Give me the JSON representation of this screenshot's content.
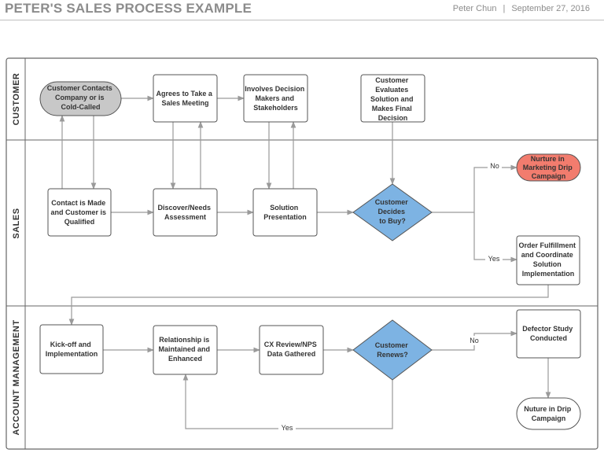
{
  "header": {
    "title": "PETER'S SALES PROCESS EXAMPLE",
    "author": "Peter Chun",
    "separator": "|",
    "date": "September 27, 2016"
  },
  "lanes": {
    "customer": "CUSTOMER",
    "sales": "SALES",
    "account": "ACCOUNT MANAGEMENT"
  },
  "nodes": {
    "customer_contacts": [
      "Customer Contacts",
      "Company or is",
      "Cold-Called"
    ],
    "agrees_meeting": [
      "Agrees to Take a",
      "Sales Meeting"
    ],
    "involves_decision": [
      "Involves Decision",
      "Makers and",
      "Stakeholders"
    ],
    "customer_evaluates": [
      "Customer",
      "Evaluates",
      "Solution and",
      "Makes Final",
      "Decision"
    ],
    "contact_made": [
      "Contact is Made",
      "and Customer is",
      "Qualified"
    ],
    "discover_needs": [
      "Discover/Needs",
      "Assessment"
    ],
    "solution_presentation": [
      "Solution",
      "Presentation"
    ],
    "customer_decides": [
      "Customer",
      "Decides",
      "to Buy?"
    ],
    "nurture_marketing": [
      "Nurture in",
      "Marketing Drip",
      "Campaign"
    ],
    "order_fulfillment": [
      "Order Fulfillment",
      "and Coordinate",
      "Solution",
      "Implementation"
    ],
    "kickoff": [
      "Kick-off and",
      "Implementation"
    ],
    "relationship": [
      "Relationship is",
      "Maintained and",
      "Enhanced"
    ],
    "cx_review": [
      "CX Review/NPS",
      "Data Gathered"
    ],
    "customer_renews": [
      "Customer",
      "Renews?"
    ],
    "defector_study": [
      "Defector Study",
      "Conducted"
    ],
    "nurture_drip": [
      "Nuture in Drip",
      "Campaign"
    ]
  },
  "edge_labels": {
    "buy_no": "No",
    "buy_yes": "Yes",
    "renew_no": "No",
    "renew_yes": "Yes"
  },
  "colors": {
    "start_fill": "#c8c8c8",
    "decision_fill": "#7db3e3",
    "nurture_fill": "#f27c6e",
    "lane_border": "#666666",
    "edge": "#9a9a9a"
  }
}
